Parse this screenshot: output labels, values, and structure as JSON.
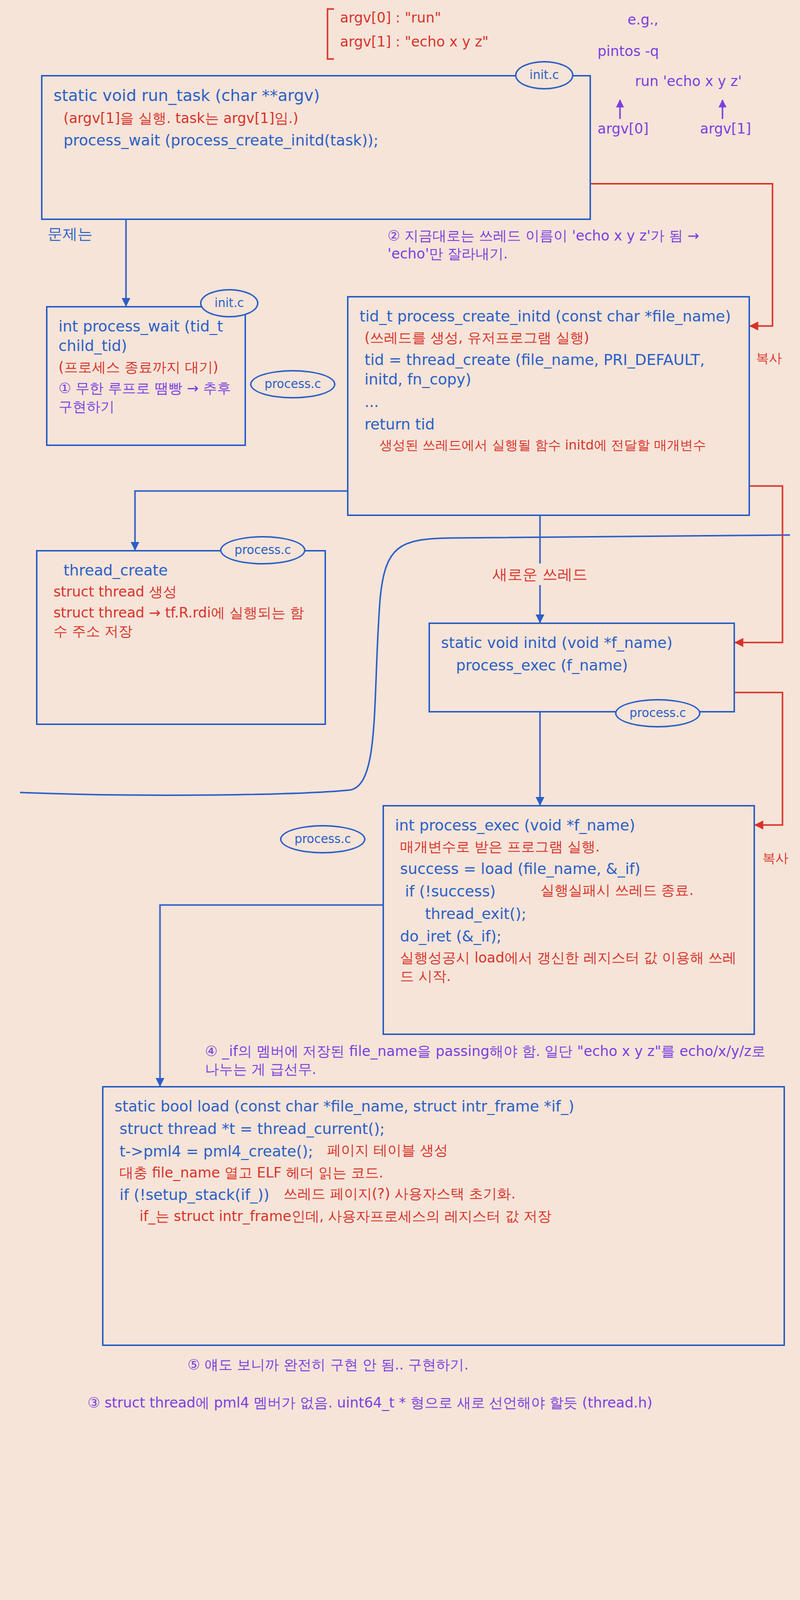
{
  "diagram": {
    "nodes": [
      {
        "text": [
          "static void run_task (char **argv)",
          "(argv[1]을 실행. task는 argv[1]임.)",
          "process_wait (process_create_initd(task));"
        ]
      },
      {
        "text": [
          "init.c"
        ]
      },
      {
        "text": [
          "int process_wait (tid_t child_tid)",
          "(프로세스 종료까지 대기)",
          "① 무한 루프로 땜빵 → 추후 구현하기"
        ]
      },
      {
        "text": [
          "init.c"
        ]
      },
      {
        "text": [
          "process.c"
        ]
      },
      {
        "text": [
          "tid_t process_create_initd (const char *file_name)",
          "(쓰레드를 생성, 유저프로그램 실행)",
          "tid = thread_create (file_name, PRI_DEFAULT, initd, fn_copy)",
          "...",
          "return tid",
          "생성된 쓰레드에서 실행될 함수 initd에 전달할 매개변수"
        ]
      },
      {
        "text": [
          "thread_create",
          "struct thread 생성",
          "struct thread → tf.R.rdi에 실행되는 함수 주소 저장"
        ]
      },
      {
        "text": [
          "process.c"
        ]
      },
      {
        "text": [
          "static void initd (void *f_name)",
          "process_exec (f_name)"
        ]
      },
      {
        "text": [
          "process.c"
        ]
      },
      {
        "text": [
          "int process_exec (void *f_name)",
          "매개변수로 받은 프로그램 실행.",
          "success = load (file_name, &_if)",
          "if (!success)",
          "thread_exit();",
          "실행실패시 쓰레드 종료.",
          "do_iret (&_if);",
          "실행성공시 load에서 갱신한 레지스터 값 이용해 쓰레드 시작."
        ]
      },
      {
        "text": [
          "process.c"
        ]
      },
      {
        "text": [
          "static bool load (const char *file_name, struct intr_frame *if_)",
          "struct thread *t = thread_current();",
          "t->pml4 = pml4_create();",
          "페이지 테이블 생성",
          "대충 file_name 열고 ELF 헤더 읽는 코드.",
          "if (!setup_stack(if_))",
          "쓰레드 페이지(?) 사용자스택 초기화.",
          "if_는 struct intr_frame인데, 사용자프로세스의 레지스터 값 저장"
        ]
      }
    ],
    "edges": [
      {
        "from": 0,
        "to": 2,
        "arrow": "to"
      },
      {
        "from": 0,
        "to": 5,
        "arrow": "to"
      },
      {
        "from": 5,
        "to": 6,
        "arrow": "to"
      },
      {
        "from": 5,
        "to": 8,
        "label": "새로운 쓰레드",
        "arrow": "to"
      },
      {
        "from": 5,
        "to": 8,
        "arrow": "to"
      },
      {
        "from": 8,
        "to": 10,
        "arrow": "to"
      },
      {
        "from": 8,
        "to": 10,
        "arrow": "to"
      },
      {
        "from": 10,
        "to": 12,
        "arrow": "to"
      }
    ],
    "labels": [
      "argv[0] : \"run\"",
      "argv[1] : \"echo x y z\"",
      "e.g.,",
      "pintos -q",
      "run 'echo x y z'",
      "argv[0]",
      "argv[1]",
      "문제는",
      "② 지금대로는 쓰레드 이름이 'echo x y z'가 됨 → 'echo'만 잘라내기.",
      "복사",
      "복사",
      "④ _if의 멤버에 저장된 file_name을 passing해야 함. 일단 \"echo x y z\"를 echo/x/y/z로 나누는 게 급선무.",
      "⑤ 얘도 보니까 완전히 구현 안 됨.. 구현하기.",
      "③ struct thread에 pml4 멤버가 없음. uint64_t * 형으로 새로 선언해야 할듯 (thread.h)"
    ]
  }
}
